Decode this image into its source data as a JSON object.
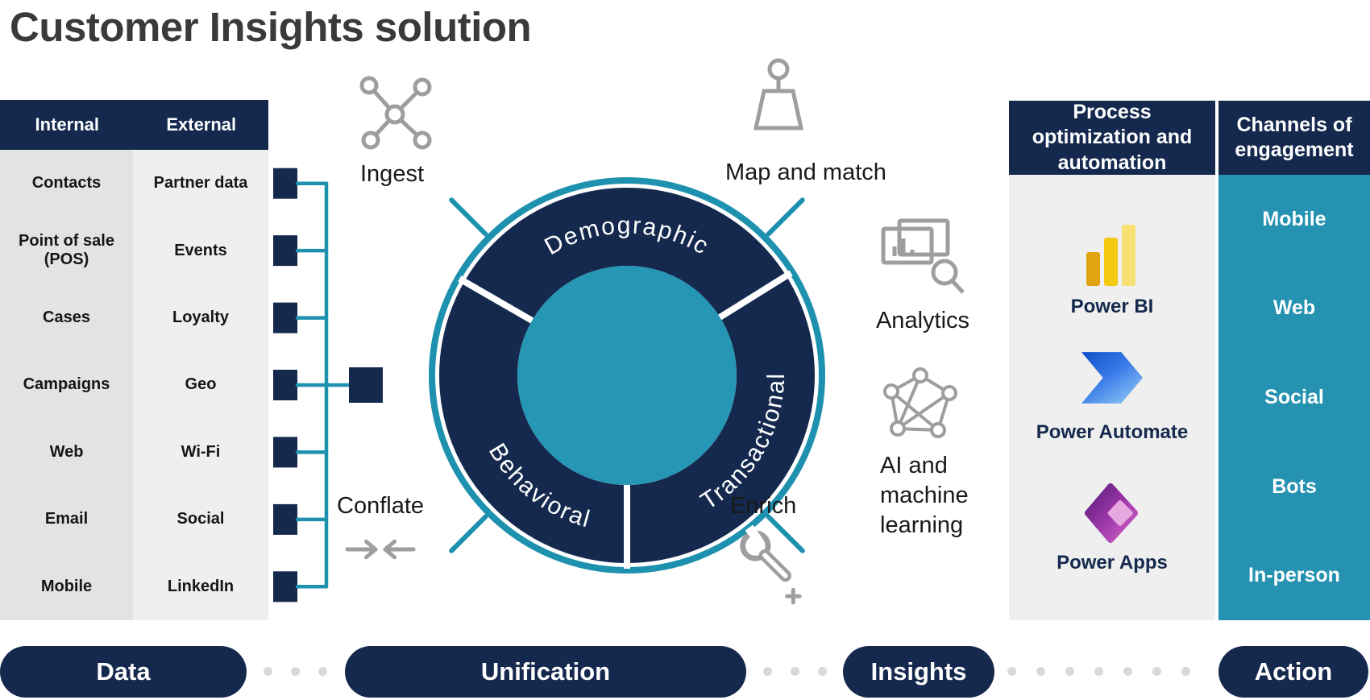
{
  "title": "Customer Insights solution",
  "colors": {
    "navy": "#14294D",
    "teal_panel": "#2692B1",
    "teal_line": "#1E91AF",
    "inner_circle": "#2596B4",
    "panel_gray": "#EFEFEF",
    "internal_col_gray": "#E3E3E3",
    "icon_gray": "#9E9E9E",
    "dot_gray": "#D9D9D9",
    "power_bi_yellow": "#F2C811",
    "power_automate_blue": "#3A7BE9",
    "power_apps_purple": "#9A35A8"
  },
  "data_sources": {
    "headers": {
      "internal": "Internal",
      "external": "External"
    },
    "rows": [
      {
        "internal": "Contacts",
        "external": "Partner data"
      },
      {
        "internal": "Point of sale (POS)",
        "external": "Events"
      },
      {
        "internal": "Cases",
        "external": "Loyalty"
      },
      {
        "internal": "Campaigns",
        "external": "Geo"
      },
      {
        "internal": "Web",
        "external": "Wi-Fi"
      },
      {
        "internal": "Email",
        "external": "Social"
      },
      {
        "internal": "Mobile",
        "external": "LinkedIn"
      }
    ]
  },
  "unification": {
    "ring_segments": [
      "Demographic",
      "Transactional",
      "Behavioral"
    ],
    "steps": {
      "ingest": "Ingest",
      "map_match": "Map and match",
      "conflate": "Conflate",
      "enrich": "Enrich"
    }
  },
  "insights": {
    "analytics": "Analytics",
    "ai_ml": "AI and machine learning"
  },
  "process_panel": {
    "header": "Process optimization and automation",
    "items": [
      "Power BI",
      "Power Automate",
      "Power Apps"
    ]
  },
  "channels_panel": {
    "header": "Channels of engagement",
    "items": [
      "Mobile",
      "Web",
      "Social",
      "Bots",
      "In-person"
    ]
  },
  "stages": [
    "Data",
    "Unification",
    "Insights",
    "Action"
  ]
}
